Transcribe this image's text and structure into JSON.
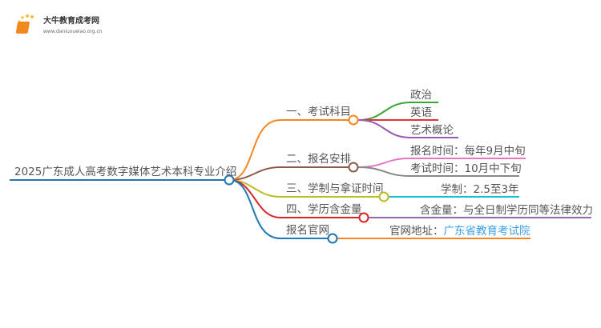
{
  "logo": {
    "name": "大牛教育成考网",
    "url": "www.daniuxueiao.org.cn"
  },
  "root": {
    "label": "2025广东成人高考数字媒体艺术本科专业介绍"
  },
  "branches": [
    {
      "label": "一、考试科目",
      "color": "#f5861f",
      "children": [
        {
          "label": "政治",
          "color": "#3aa63a"
        },
        {
          "label": "英语",
          "color": "#e0343b"
        },
        {
          "label": "艺术概论",
          "color": "#9b59b6"
        }
      ]
    },
    {
      "label": "二、报名安排",
      "color": "#8d5b4c",
      "children": [
        {
          "label": "报名时间：每年9月中旬",
          "color": "#e377c2"
        },
        {
          "label": "考试时间：10月中下旬",
          "color": "#888888"
        }
      ]
    },
    {
      "label": "三、学制与拿证时间",
      "color": "#bcbd22",
      "children": [
        {
          "label": "学制：2.5至3年",
          "color": "#17becf"
        }
      ]
    },
    {
      "label": "四、学历含金量",
      "color": "#d62728",
      "children": [
        {
          "label": "含金量：与全日制学历同等法律效力",
          "color": "#9467bd"
        }
      ]
    },
    {
      "label": "报名官网",
      "color": "#1f77b4",
      "children": [
        {
          "label_prefix": "官网地址：",
          "link": "广东省教育考试院",
          "color": "#f5861f",
          "link_color": "#3aa0e8"
        }
      ]
    }
  ]
}
